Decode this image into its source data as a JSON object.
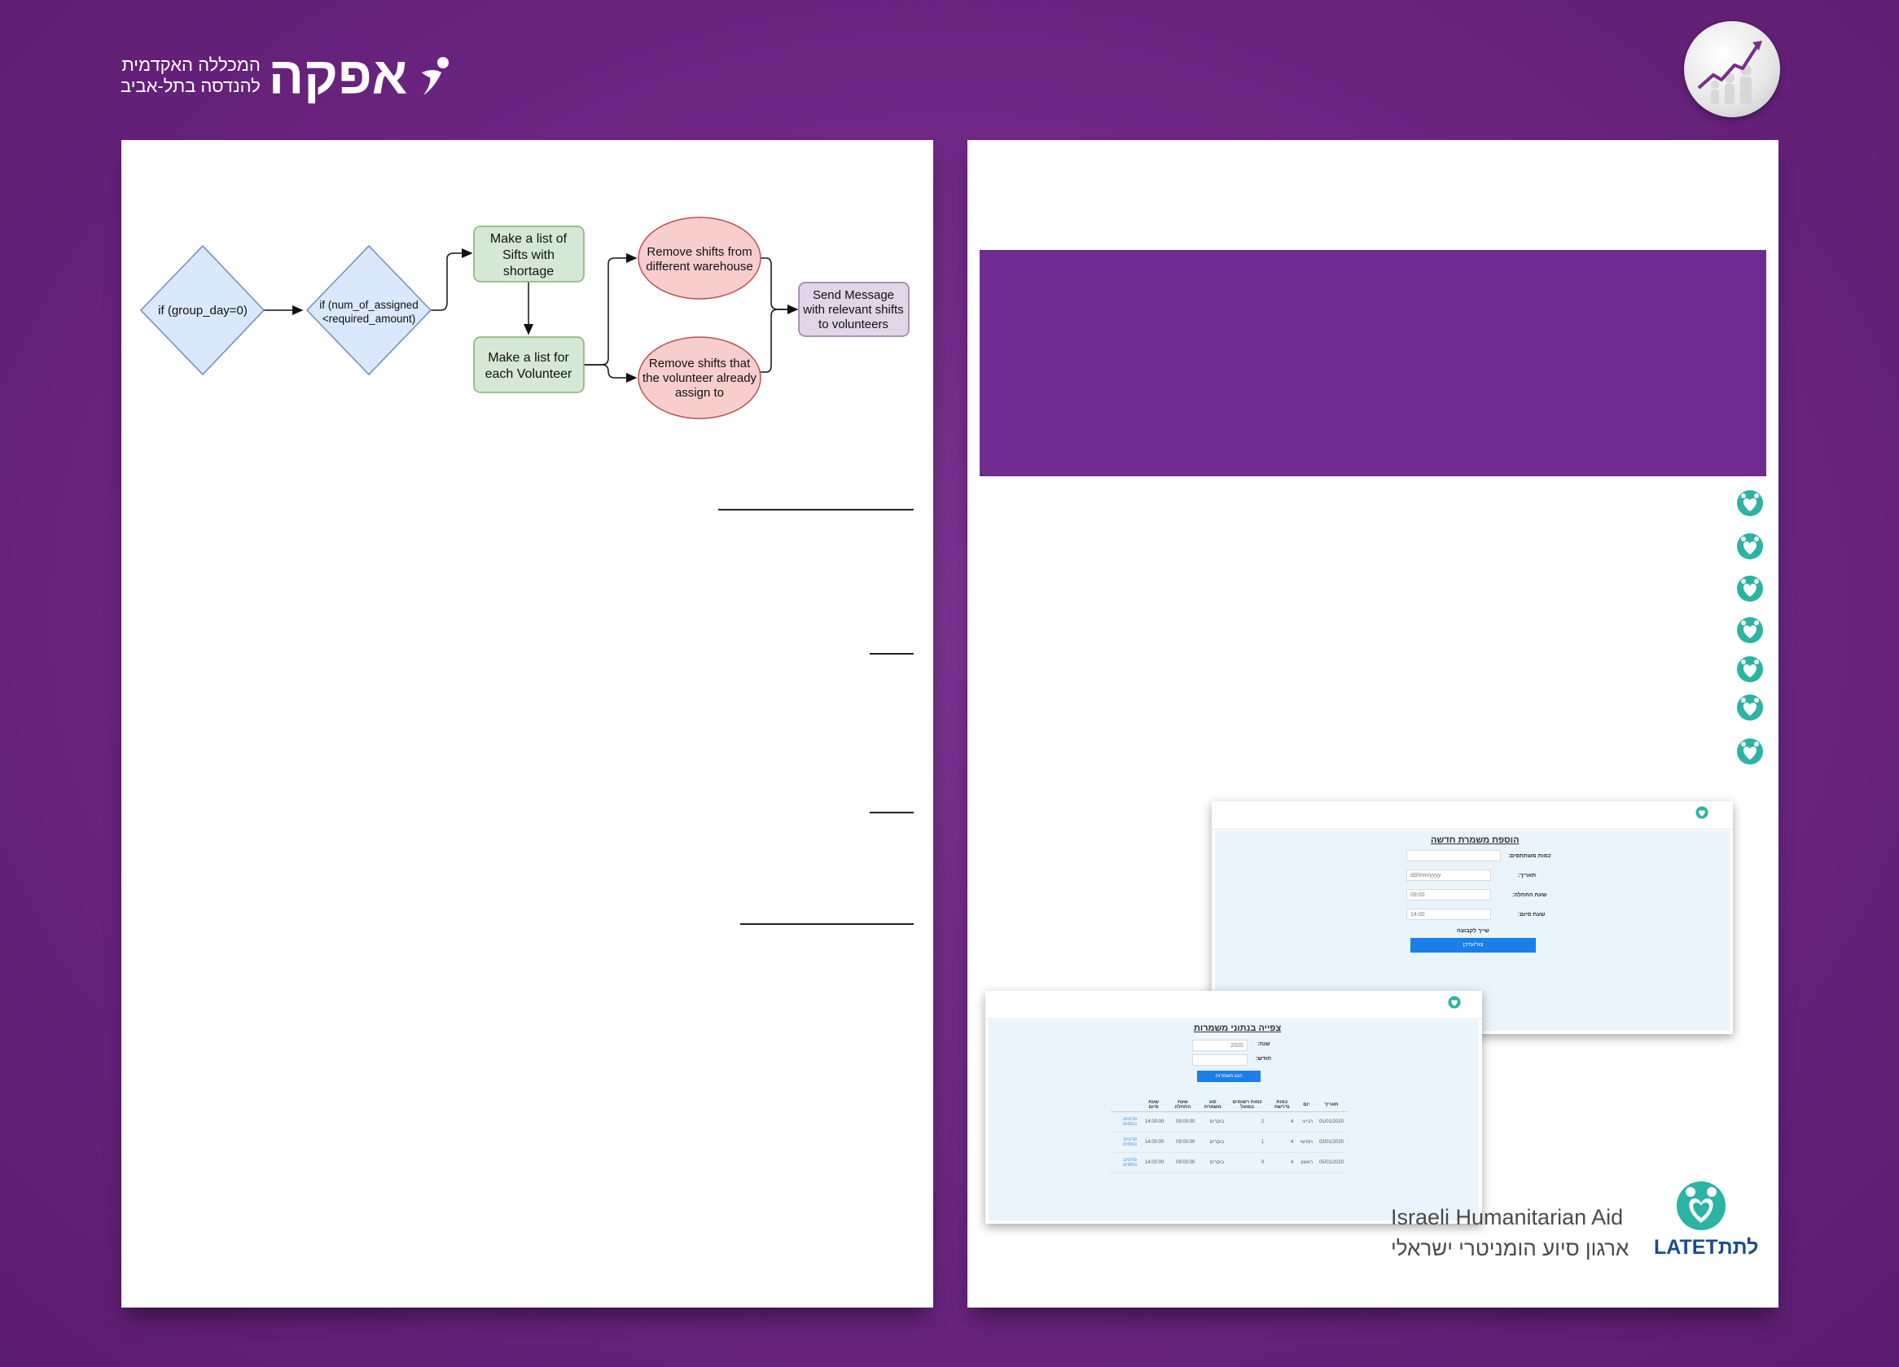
{
  "header": {
    "logo_main": "אפקה",
    "logo_sub_line1": "המכללה האקדמית",
    "logo_sub_line2": "להנדסה בתל-אביב"
  },
  "flowchart": {
    "nodes": {
      "group_day": "if (group_day=0)",
      "num_assigned_line1": "if (num_of_assigned",
      "num_assigned_line2": "<required_amount)",
      "shortage_line1": "Make a list of",
      "shortage_line2": "Sifts with",
      "shortage_line3": "shortage",
      "volunteer_line1": "Make a list for",
      "volunteer_line2": "each Volunteer",
      "warehouse_line1": "Remove shifts from",
      "warehouse_line2": "different warehouse",
      "assigned_line1": "Remove shifts that",
      "assigned_line2": "the volunteer already",
      "assigned_line3": "assign to",
      "send_line1": "Send Message",
      "send_line2": "with relevant shifts",
      "send_line3": "to volunteers"
    },
    "colors": {
      "diamond_fill": "#dae8fc",
      "diamond_stroke": "#6c8ebf",
      "green_fill": "#d5e8d4",
      "green_stroke": "#82b366",
      "red_fill": "#f8cecc",
      "red_stroke": "#b85450",
      "purple_fill": "#e1d5e7",
      "purple_stroke": "#9673a6"
    }
  },
  "screenshot_add_shift": {
    "title": "הוספת משמרת חדשה",
    "field_amount": "כמות משתתפים:",
    "field_date": "תאריך:",
    "date_placeholder": "dd/mm/yyyy",
    "field_start": "שעת התחלה:",
    "start_value": "09:00",
    "field_end": "שעת סיום:",
    "end_value": "14:00",
    "field_group": "שייך לקבוצה",
    "button": "צור/עדכן"
  },
  "screenshot_view_shifts": {
    "title": "צפייה בנתוני משמרות",
    "field_year": "שנה:",
    "year_value": "2020",
    "field_month": "חודש:",
    "button": "הצג משמרות",
    "columns": [
      "תאריך",
      "יום",
      "כמות נדרשת",
      "כמות רשומים בפועל",
      "סוג משמרת",
      "שעת התחלה",
      "שעת סיום"
    ],
    "rows": [
      {
        "date": "01/01/2020",
        "day": "רביעי",
        "req": "4",
        "reg": "2",
        "type": "בוקרים",
        "start": "09:00:00",
        "end": "14:00:00",
        "link": "פרטים נוספים"
      },
      {
        "date": "02/01/2020",
        "day": "חמישי",
        "req": "4",
        "reg": "1",
        "type": "בוקרים",
        "start": "09:00:00",
        "end": "14:00:00",
        "link": "פרטים נוספים"
      },
      {
        "date": "05/01/2020",
        "day": "ראשון",
        "req": "4",
        "reg": "0",
        "type": "בוקרים",
        "start": "09:00:00",
        "end": "14:00:00",
        "link": "פרטים נוספים"
      }
    ]
  },
  "footer_logo": {
    "english": "Israeli Humanitarian Aid",
    "hebrew": "ארגון סיוע הומניטרי ישראלי",
    "brand": "LATETלתת"
  },
  "colors": {
    "background": "#6d2a85",
    "banner": "#6f2b90",
    "heart_teal": "#2bb3a3"
  }
}
